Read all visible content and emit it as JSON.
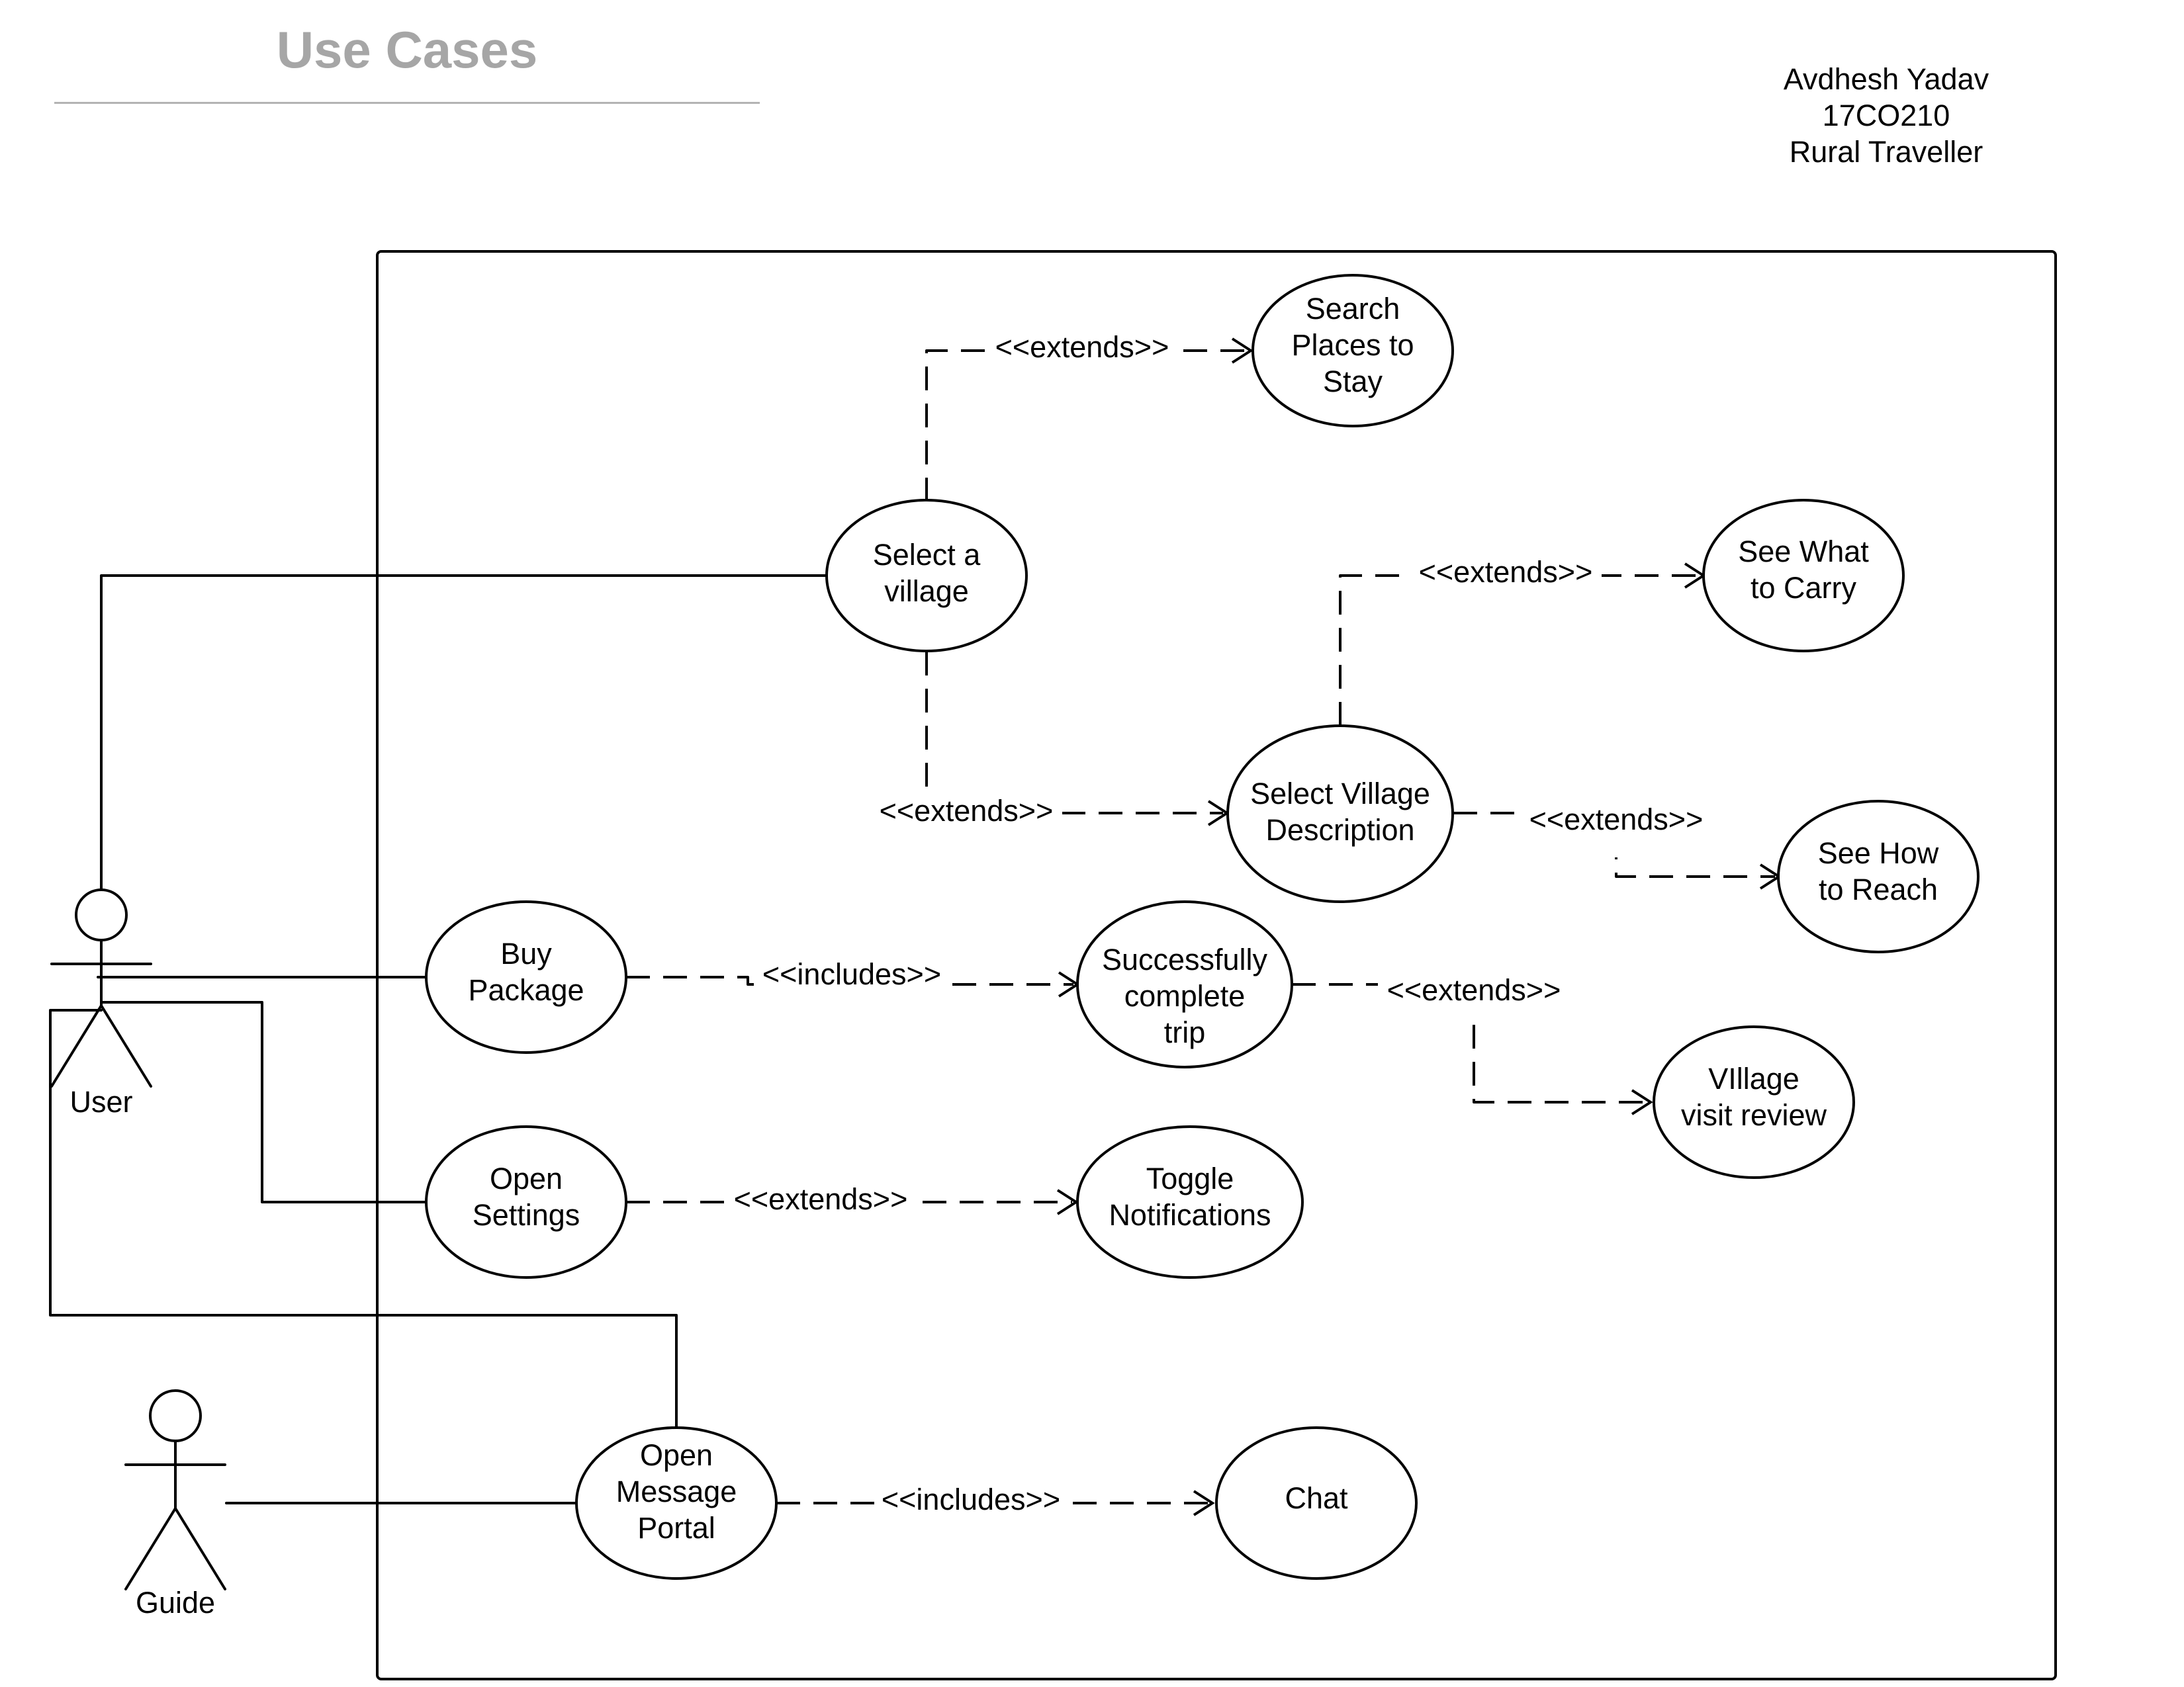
{
  "header": {
    "title": "Use Cases",
    "author_name": "Avdhesh Yadav",
    "author_id": "17CO210",
    "project": "Rural Traveller"
  },
  "actors": {
    "user": "User",
    "guide": "Guide"
  },
  "use_cases": {
    "select_village": [
      "Select a",
      "village"
    ],
    "search_places": [
      "Search",
      "Places to",
      "Stay"
    ],
    "select_description": [
      "Select Village",
      "Description"
    ],
    "see_what_carry": [
      "See What",
      "to Carry"
    ],
    "see_how_reach": [
      "See How",
      "to Reach"
    ],
    "buy_package": [
      "Buy",
      "Package"
    ],
    "complete_trip": [
      "Successfully",
      "complete",
      "trip"
    ],
    "village_review": [
      "VIllage",
      "visit review"
    ],
    "open_settings": [
      "Open",
      "Settings"
    ],
    "toggle_notifications": [
      "Toggle",
      "Notifications"
    ],
    "open_message_portal": [
      "Open",
      "Message",
      "Portal"
    ],
    "chat": [
      "Chat"
    ]
  },
  "relations": {
    "village_to_search": "<<extends>>",
    "village_to_description": "<<extends>>",
    "description_to_carry": "<<extends>>",
    "description_to_reach": "<<extends>>",
    "package_to_trip": "<<includes>>",
    "trip_to_review": "<<extends>>",
    "settings_to_notifications": "<<extends>>",
    "portal_to_chat": "<<includes>>"
  }
}
